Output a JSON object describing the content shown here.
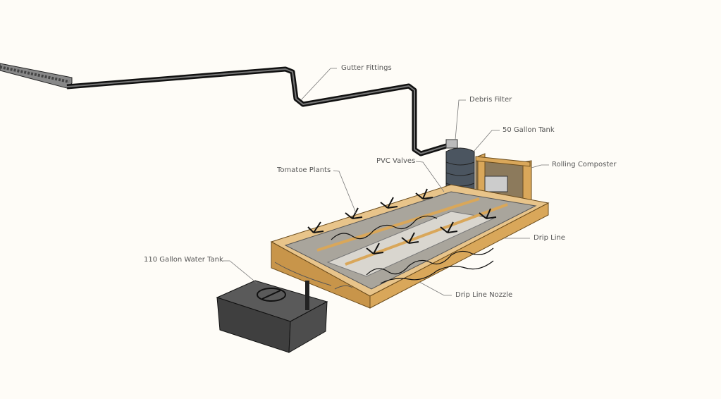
{
  "labels": {
    "gutter_fittings": "Gutter Fittings",
    "debris_filter": "Debris Filter",
    "tank_50": "50 Gallon Tank",
    "rolling_composter": "Rolling Composter",
    "pvc_valves": "PVC Valves",
    "tomatoe_plants": "Tomatoe Plants",
    "drip_line": "Drip Line",
    "tank_110": "110 Gallon Water Tank",
    "drip_line_nozzle": "Drip Line Nozzle"
  },
  "colors": {
    "background": "#fefcf7",
    "wood": "#d9a75a",
    "wood_dark": "#b8843c",
    "pipe": "#2a2a2a",
    "tank": "#4a4a4a",
    "soil": "#bdb8ad",
    "leader": "#777777"
  }
}
